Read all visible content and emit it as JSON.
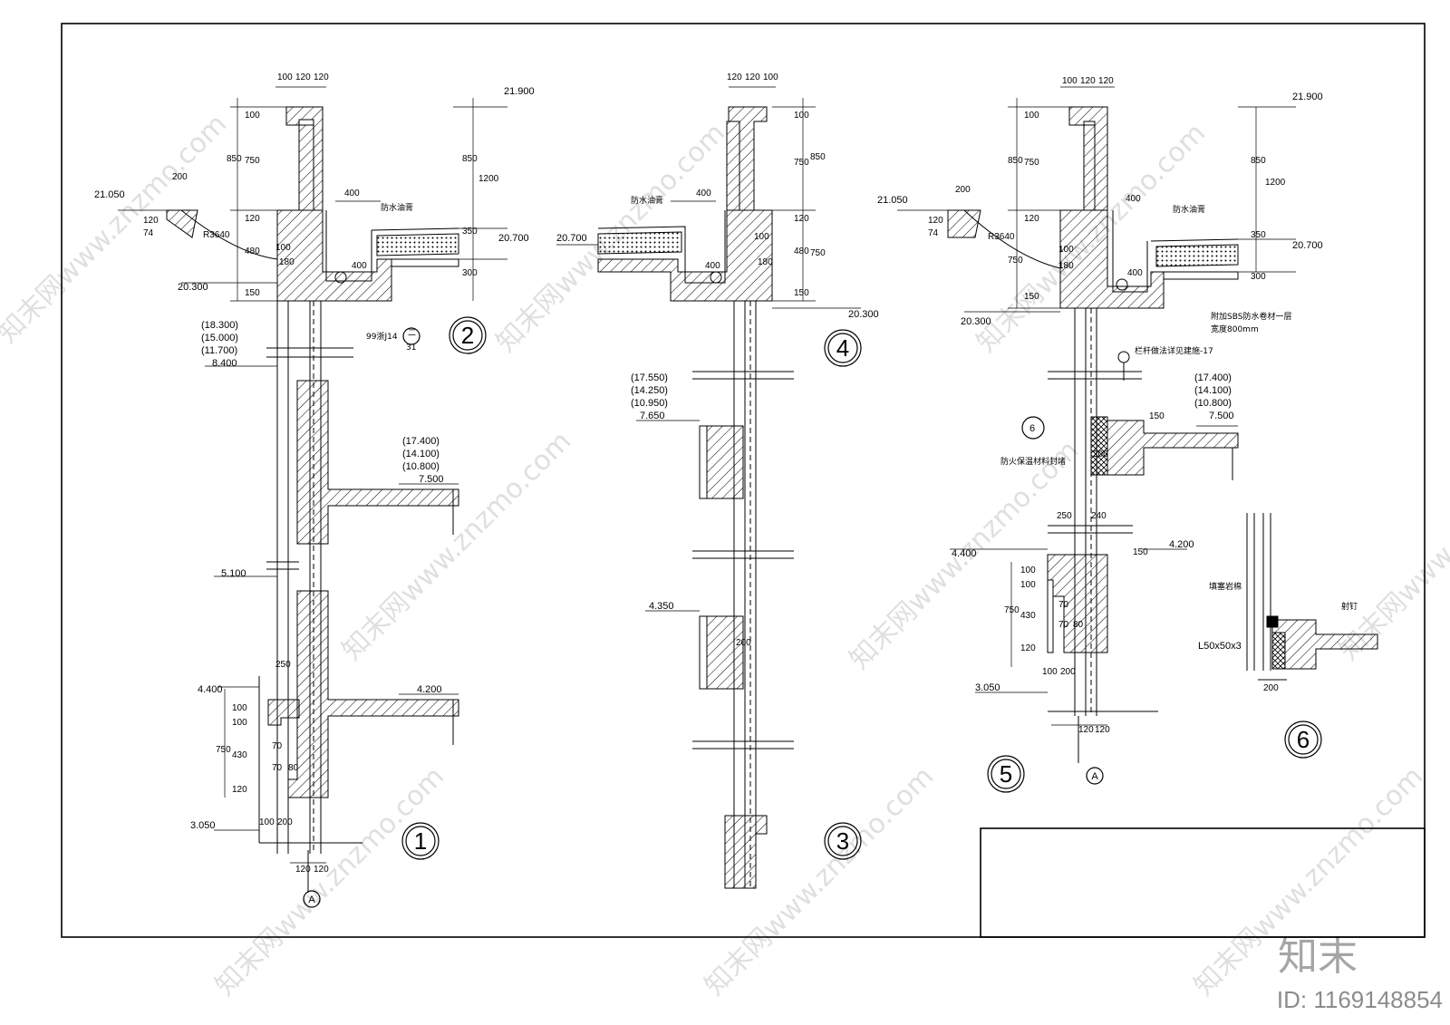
{
  "sheet": {
    "details": [
      {
        "id": "1",
        "label": "1"
      },
      {
        "id": "2",
        "label": "2"
      },
      {
        "id": "3",
        "label": "3"
      },
      {
        "id": "4",
        "label": "4"
      },
      {
        "id": "5",
        "label": "5"
      },
      {
        "id": "6",
        "label": "6"
      }
    ],
    "axis_marks": [
      "A",
      "A"
    ],
    "elevations": {
      "e21900a": "21.900",
      "e21050a": "21.050",
      "e20700a": "20.700",
      "e20300a": "20.300",
      "e20700b": "20.700",
      "e20300b": "20.300",
      "e21050b": "21.050",
      "e21900b": "21.900",
      "e20700c": "20.700",
      "e20300c": "20.300",
      "e8400": "8.400",
      "e18300": "(18.300)",
      "e15000": "(15.000)",
      "e11700": "(11.700)",
      "e17400a": "(17.400)",
      "e14100a": "(14.100)",
      "e10800a": "(10.800)",
      "e7500a": "7.500",
      "e5100": "5.100",
      "e4400a": "4.400",
      "e4200a": "4.200",
      "e3050a": "3.050",
      "e17550": "(17.550)",
      "e14250": "(14.250)",
      "e10950": "(10.950)",
      "e7650": "7.650",
      "e4350": "4.350",
      "e17400b": "(17.400)",
      "e14100b": "(14.100)",
      "e10800b": "(10.800)",
      "e7500b": "7.500",
      "e4400b": "4.400",
      "e4200b": "4.200",
      "e3050b": "3.050"
    },
    "dims": {
      "d100a": "100",
      "d120a": "120",
      "d120b": "120",
      "d100v1": "100",
      "d850": "850",
      "d750": "750",
      "d120v": "120",
      "d480": "480",
      "d150": "150",
      "d200": "200",
      "d74": "74",
      "d120s": "120",
      "dR": "R3640",
      "d100s": "100",
      "d180": "180",
      "d400h": "400",
      "d400v": "400",
      "d850r": "850",
      "d1200": "1200",
      "d350": "350",
      "d300": "300",
      "d250": "250",
      "d100v2": "100",
      "d100v3": "100",
      "d750b": "750",
      "d430": "430",
      "d120b2": "120",
      "d70a": "70",
      "d70b": "70",
      "d80": "80",
      "d100b": "100",
      "d200b": "200",
      "d120c": "120",
      "d120d": "120",
      "d4_120a": "120",
      "d4_120b": "120",
      "d4_100": "100",
      "d4_100v": "100",
      "d4_750": "750",
      "d4_850": "850",
      "d4_120v": "120",
      "d4_480": "480",
      "d4_750b": "750",
      "d4_150": "150",
      "d4_400": "400",
      "d4_400v": "400",
      "d4_180": "180",
      "d4_100s": "100",
      "d3_200": "200",
      "d5_100": "100",
      "d5_120a": "120",
      "d5_120b": "120",
      "d5_100v": "100",
      "d5_850": "850",
      "d5_750": "750",
      "d5_120v": "120",
      "d5_750b": "750",
      "d5_150": "150",
      "d5_200": "200",
      "d5_74": "74",
      "d5_120s": "120",
      "d5_R": "R3640",
      "d5_100s": "100",
      "d5_180": "180",
      "d5_400": "400",
      "d5_400v": "400",
      "d5_850r": "850",
      "d5_1200": "1200",
      "d5_350": "350",
      "d5_300": "300",
      "d5_150h": "150",
      "d5_250": "250",
      "d5_240": "240",
      "d5_200c": "200",
      "d5_150b": "150",
      "d5_100a": "100",
      "d5_100b": "100",
      "d5_750c": "750",
      "d5_430": "430",
      "d5_120c": "120",
      "d5_70a": "70",
      "d5_70b": "70",
      "d5_80": "80",
      "d5_100c": "100",
      "d5_200d": "200",
      "d5_120e": "120",
      "d5_120f": "120",
      "d6_200": "200"
    },
    "notes": {
      "n1": "防水油膏",
      "n2": "防水油膏",
      "n3": "防水油膏",
      "n4": "99浙J14",
      "n5": "二",
      "n6": "31",
      "n7": "附加SBS防水卷材一层",
      "n8": "宽度800mm",
      "n9": "栏杆做法详见建施-17",
      "n10": "防火保温材料封堵",
      "n11": "6",
      "n12": "填塞岩棉",
      "n13": "射钉",
      "n14": "L50x50x3"
    },
    "watermark": "知末网www.znzmo.com",
    "brand": "知末",
    "doc_id": "ID: 1169148854"
  }
}
